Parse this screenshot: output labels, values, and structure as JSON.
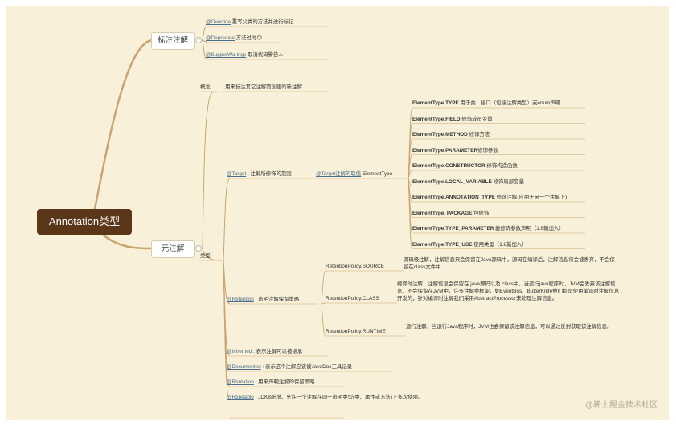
{
  "root": "Annotation类型",
  "basic": {
    "label": "标注注解",
    "items": [
      {
        "link": "@Override",
        "text": " 重写父类的方法并进行标记"
      },
      {
        "link": "@Deprecate",
        "text": " 方法过时😏"
      },
      {
        "link": "@SupperWarings",
        "text": " 取消代码警告⚠"
      }
    ]
  },
  "meta": {
    "label": "元注解",
    "concept_label": "概念",
    "concept_text": "用来标注其它注解而创建的新注解",
    "type_label": "类型",
    "target": {
      "link": "@Target",
      "text": " : 注解所修饰的范围",
      "value_link": "@Target注解的取值",
      "value_text": " ElementType",
      "items": [
        {
          "b": "ElementType.TYPE",
          "t": " 用于类、接口（包括注解类型）或enum声明"
        },
        {
          "b": "ElementType.FIELD",
          "t": " 修饰成员变量"
        },
        {
          "b": "ElementType.METHOD",
          "t": " 修饰方法"
        },
        {
          "b": "ElementType.PARAMETER",
          "t": "修饰参数"
        },
        {
          "b": "ElementType.CONSTRUCTOR",
          "t": " 修饰构造函数"
        },
        {
          "b": "ElementType.LOCAL_VARIABLE",
          "t": " 修饰局部变量"
        },
        {
          "b": "ElementType.ANNOTATION_TYPE",
          "t": " 修饰注解(应用于另一个注解上)"
        },
        {
          "b": "ElementType. PACKAGE",
          "t": " 包修饰"
        },
        {
          "b": "ElementType.TYPE_PARAMETER",
          "t": " 能修饰参数声明（1.8新加入）"
        },
        {
          "b": "ElementType.TYPE_USE",
          "t": " 使用类型（1.8新加入）"
        }
      ]
    },
    "retention": {
      "link": "@Retention",
      "text": " : 声明注解保留策略",
      "policies": [
        {
          "name": "RetentionPolicy.SOURCE",
          "desc": "源码级注解，注解信息只会保留在Java源码中，源码在编译后，注解信息将会被丢弃，不会保留在class文件中"
        },
        {
          "name": "RetentionPolicy.CLASS",
          "desc": "编译时注解，注解信息会保留在 java源码以及.class中，当运行java程序时，JVM会丢弃该注解信息，不会保留在JVM中，许多注解类框架，如EventBus、ButterKnife他们都是使用编译时注解信息开发的，针对编译时注解我们采用AbstractProcessor来处理注解信息。"
        },
        {
          "name": "RetentionPolicy.RUNTIME",
          "desc": "运行注解，当运行Java程序时，JVM也会保留该注解信息，可以通过反射获取该注解信息。"
        }
      ]
    },
    "others": [
      {
        "link": "@Inherited",
        "text": " : 表示注解可以被继承"
      },
      {
        "link": "@Documented",
        "text": " : 表示这个注解应该被JavaDoc工具记录"
      },
      {
        "link": "@Rentation",
        "text": " : 用来声明注解的保留策略"
      },
      {
        "link": "@Repeable",
        "text": " : JDK8新增，允许一个注解在同一声明类型(类、属性或方法)上多次使用。"
      }
    ]
  },
  "watermark": "@稀土掘金技术社区"
}
